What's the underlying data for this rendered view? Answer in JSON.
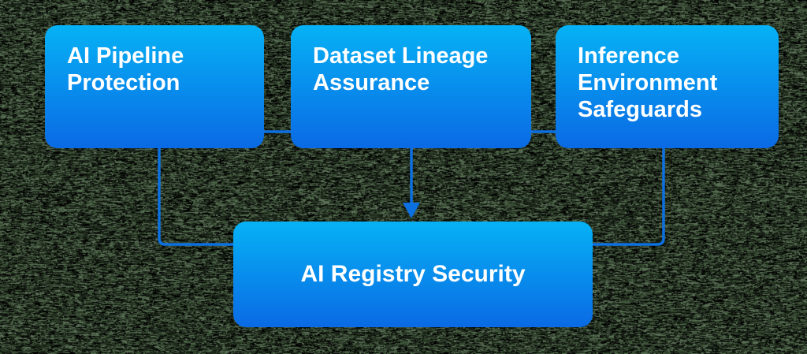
{
  "diagram_type": "flowchart",
  "colors": {
    "node-gradient-top": "#06b2f5",
    "node-gradient-bottom": "#0a6ae4",
    "connector": "#0c70e0",
    "label-text": "#ffffff"
  },
  "diagram": {
    "nodes": [
      {
        "id": "ai-pipeline-protection",
        "label": "AI Pipeline Protection"
      },
      {
        "id": "dataset-lineage-assurance",
        "label": "Dataset Lineage Assurance"
      },
      {
        "id": "inference-environment-safeguards",
        "label": "Inference Environment Safeguards"
      },
      {
        "id": "ai-registry-security",
        "label": "AI Registry Security"
      }
    ],
    "edges": [
      {
        "from": "ai-pipeline-protection",
        "to": "ai-registry-security",
        "style": "elbow"
      },
      {
        "from": "dataset-lineage-assurance",
        "to": "ai-registry-security",
        "style": "arrow-down"
      },
      {
        "from": "inference-environment-safeguards",
        "to": "ai-registry-security",
        "style": "elbow"
      },
      {
        "from": "ai-pipeline-protection",
        "to": "inference-environment-safeguards",
        "style": "rail"
      }
    ]
  }
}
